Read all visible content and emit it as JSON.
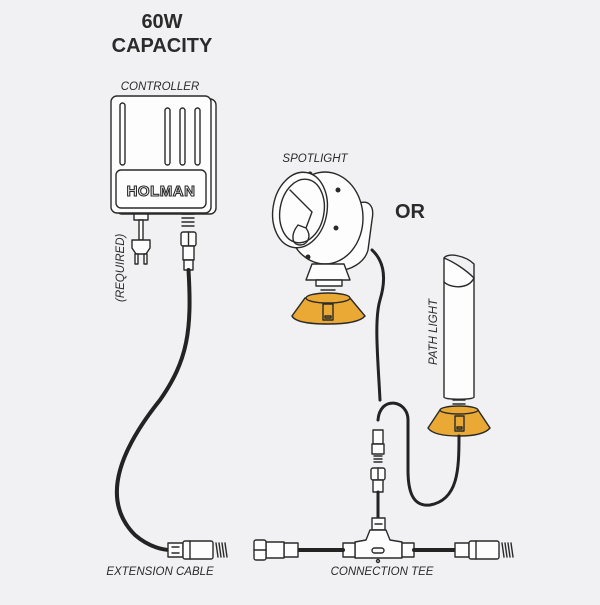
{
  "title": {
    "line1": "60W",
    "line2": "CAPACITY"
  },
  "labels": {
    "controller": "CONTROLLER",
    "brand": "HOLMAN",
    "required": "(REQUIRED)",
    "spotlight": "SPOTLIGHT",
    "or": "OR",
    "path_light": "PATH LIGHT",
    "extension_cable": "EXTENSION CABLE",
    "connection_tee": "CONNECTION TEE"
  },
  "colors": {
    "background": "#f1f1f3",
    "base_accent": "#e9a934",
    "line": "#2a2a2a"
  },
  "icons": {
    "controller": "power-controller-icon",
    "plug": "ac-plug-icon",
    "spotlight": "spotlight-icon",
    "path_light": "path-light-icon",
    "connector": "cable-connector-icon",
    "tee": "tee-connector-icon"
  }
}
